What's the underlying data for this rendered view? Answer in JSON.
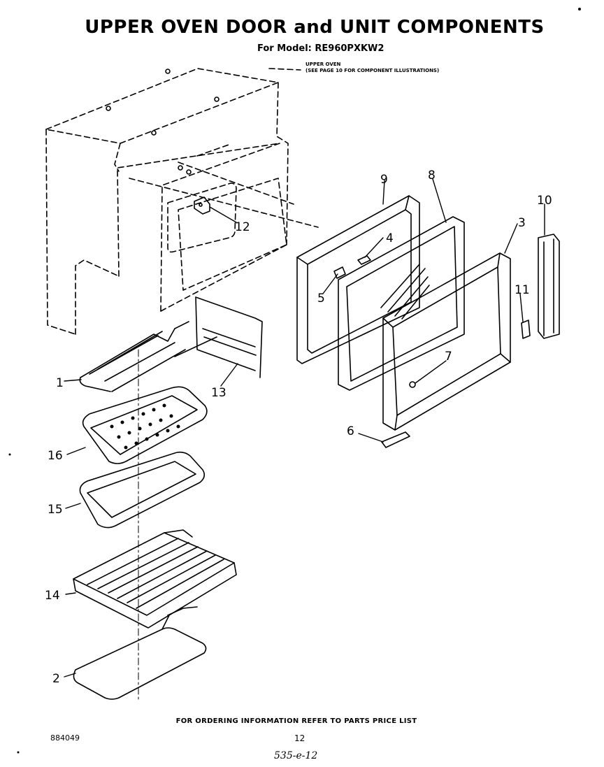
{
  "header": {
    "title": "UPPER OVEN DOOR and UNIT COMPONENTS",
    "model": "For Model: RE960PXKW2",
    "upper_oven_note_line1": "UPPER OVEN",
    "upper_oven_note_line2": "(SEE PAGE 10 FOR COMPONENT ILLUSTRATIONS)"
  },
  "callouts": {
    "c1": "1",
    "c2": "2",
    "c3": "3",
    "c4": "4",
    "c5": "5",
    "c6": "6",
    "c7": "7",
    "c8": "8",
    "c9": "9",
    "c10": "10",
    "c11": "11",
    "c12": "12",
    "c13": "13",
    "c14": "14",
    "c15": "15",
    "c16": "16"
  },
  "footer": {
    "ordering_info": "FOR ORDERING INFORMATION REFER TO PARTS PRICE LIST",
    "doc_number": "884049",
    "page_number": "12",
    "handwritten": "535-e-12"
  }
}
